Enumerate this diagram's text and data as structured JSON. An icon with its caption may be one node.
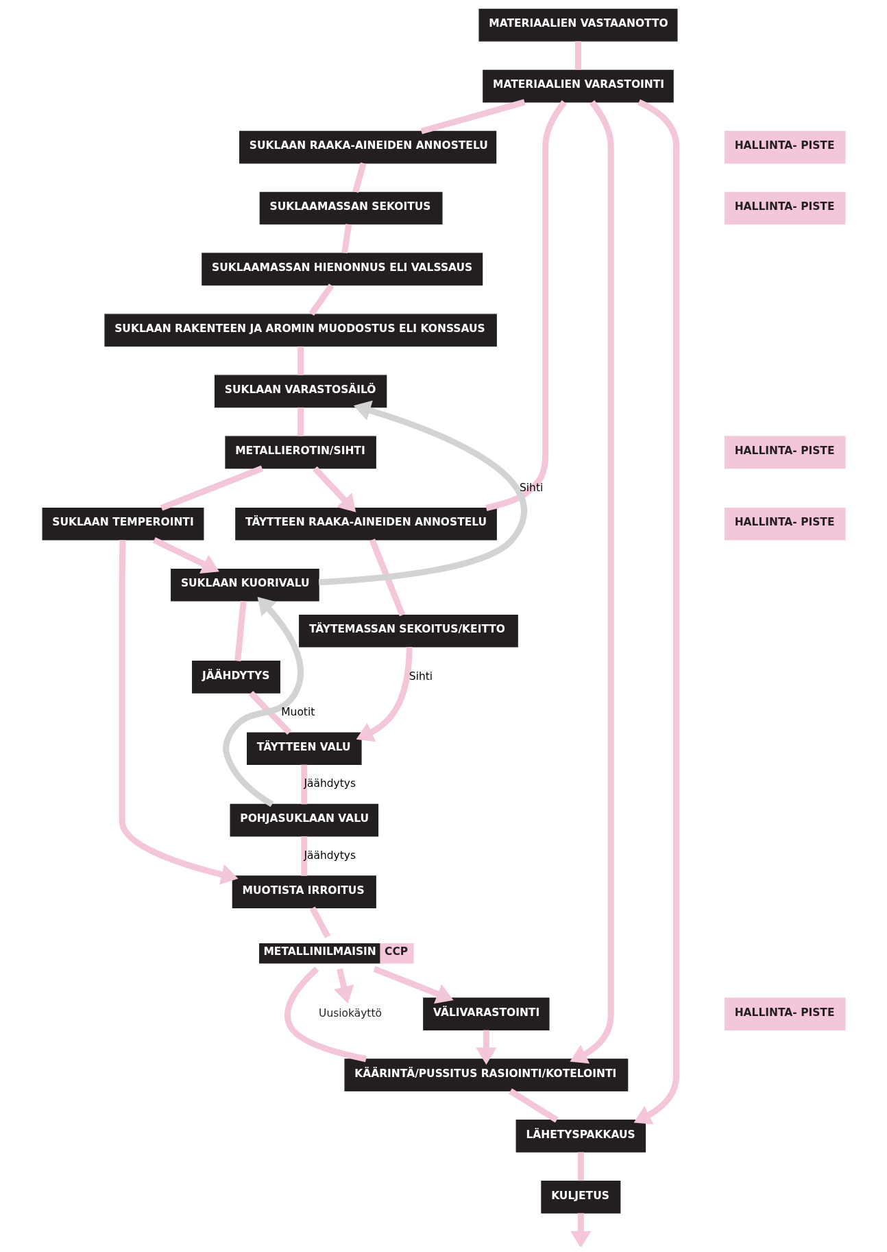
{
  "diagram": {
    "nodes": [
      {
        "text": [
          "MATERIAALIEN VASTAANOTTO"
        ]
      },
      {
        "text": [
          "MATERIAALIEN VARASTOINTI"
        ]
      },
      {
        "text": [
          "SUKLAAN RAAKA-AINEIDEN ANNOSTELU"
        ]
      },
      {
        "text": [
          "TÄYTTEEN RAAKA-AINEIDEN ANNOSTELU"
        ]
      },
      {
        "text": [
          "SUKLAAMASSAN SEKOITUS"
        ]
      },
      {
        "text": [
          "TÄYTEMASSAN SEKOITUS/KEITTO"
        ]
      },
      {
        "text": [
          "SUKLAAMASSAN HIENONNUS ELI VALSSAUS"
        ]
      },
      {
        "text": [
          "SUKLAAN RAKENTEEN JA AROMIN MUODOSTUS ELI KONSSAUS"
        ]
      },
      {
        "text": [
          "SUKLAAN VARASTOSÄILÖ"
        ]
      },
      {
        "text": [
          "METALLIEROTIN/SIHTI"
        ]
      },
      {
        "text": [
          "SUKLAAN TEMPEROINTI"
        ]
      },
      {
        "text": [
          "SUKLAAN KUORIVALU"
        ]
      },
      {
        "text": [
          "JÄÄHDYTYS"
        ]
      },
      {
        "text": [
          "TÄYTTEEN VALU"
        ]
      },
      {
        "text": [
          "POHJASUKLAAN VALU"
        ]
      },
      {
        "text": [
          "MUOTISTA IRROITUS"
        ]
      },
      {
        "text": [
          "METALLINILMAISIN"
        ],
        "beside": [
          "CCP"
        ]
      },
      {
        "text": [
          "Uusiokäyttö"
        ]
      },
      {
        "text": [
          "VÄLIVARASTOINTI"
        ]
      },
      {
        "text": [
          "KÄÄRINTÄ/PUSSITUS RASIOINTI/KOTELOINTI"
        ]
      },
      {
        "text": [
          "LÄHETYSPAKKAUS"
        ]
      },
      {
        "text": [
          "KULJETUS"
        ]
      },
      {
        "text": [
          "HALLINTA- PISTE"
        ]
      },
      {
        "text": [
          "HALLINTA- PISTE"
        ]
      },
      {
        "text": [
          "HALLINTA- PISTE"
        ]
      },
      {
        "text": [
          "HALLINTA- PISTE"
        ]
      },
      {
        "text": [
          "HALLINTA- PISTE"
        ]
      }
    ],
    "edges": [
      {
        "from": 0,
        "to": 1,
        "arrow": "none"
      },
      {
        "from": 1,
        "to": 2,
        "arrow": "none"
      },
      {
        "from": 2,
        "to": 4,
        "arrow": "none"
      },
      {
        "from": 4,
        "to": 6,
        "arrow": "none"
      },
      {
        "from": 6,
        "to": 7,
        "arrow": "none"
      },
      {
        "from": 7,
        "to": 8,
        "arrow": "none"
      },
      {
        "from": 8,
        "to": 9,
        "arrow": "none"
      },
      {
        "from": 9,
        "to": 10,
        "arrow": "none"
      },
      {
        "from": 9,
        "to": 3,
        "arrow": "to"
      },
      {
        "from": 10,
        "to": 11,
        "arrow": "to"
      },
      {
        "from": 10,
        "to": 15,
        "arrow": "to"
      },
      {
        "from": 1,
        "to": 3,
        "arrow": "none"
      },
      {
        "from": 3,
        "to": 5,
        "arrow": "none"
      },
      {
        "from": 5,
        "to": 13,
        "arrow": "to",
        "label": "Sihti"
      },
      {
        "from": 1,
        "to": 19,
        "arrow": "to"
      },
      {
        "from": 1,
        "to": 20,
        "arrow": "to"
      },
      {
        "from": 14,
        "to": 11,
        "arrow": "to",
        "label": "Muotit",
        "color": "#d1d3d4"
      },
      {
        "from": 11,
        "to": 8,
        "arrow": "to",
        "label": "Sihti",
        "color": "#d1d3d4"
      },
      {
        "from": 11,
        "to": 12,
        "arrow": "none"
      },
      {
        "from": 12,
        "to": 13,
        "arrow": "none"
      },
      {
        "from": 13,
        "to": 14,
        "arrow": "none",
        "label": "Jäähdytys"
      },
      {
        "from": 14,
        "to": 15,
        "arrow": "none",
        "label": "Jäähdytys"
      },
      {
        "from": 15,
        "to": 16,
        "arrow": "none"
      },
      {
        "from": 16,
        "to": 17,
        "arrow": "to"
      },
      {
        "from": 16,
        "to": 18,
        "arrow": "to"
      },
      {
        "from": 18,
        "to": 19,
        "arrow": "to"
      },
      {
        "from": 16,
        "to": 19,
        "arrow": "none"
      },
      {
        "from": 19,
        "to": 20,
        "arrow": "none"
      },
      {
        "from": 20,
        "to": 21,
        "arrow": "none"
      },
      {
        "from": 21,
        "to": null,
        "arrow": "to"
      }
    ]
  }
}
